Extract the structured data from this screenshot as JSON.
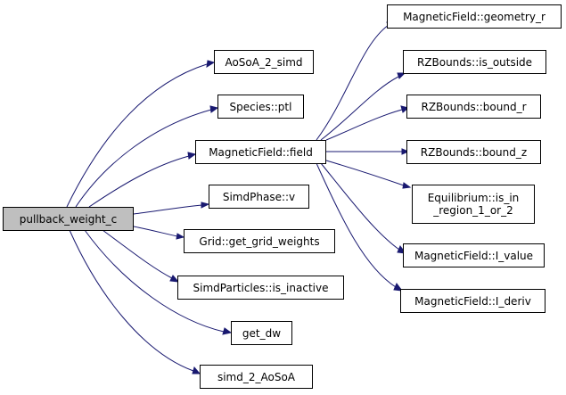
{
  "root": {
    "label": "pullback_weight_c"
  },
  "callees": [
    {
      "id": "aosoa",
      "label": "AoSoA_2_simd"
    },
    {
      "id": "species",
      "label": "Species::ptl"
    },
    {
      "id": "field",
      "label": "MagneticField::field"
    },
    {
      "id": "simdphase",
      "label": "SimdPhase::v"
    },
    {
      "id": "grid",
      "label": "Grid::get_grid_weights"
    },
    {
      "id": "simdparticles",
      "label": "SimdParticles::is_inactive"
    },
    {
      "id": "getdw",
      "label": "get_dw"
    },
    {
      "id": "simd2aosoa",
      "label": "simd_2_AoSoA"
    }
  ],
  "field_callees": [
    {
      "id": "geometry",
      "label": "MagneticField::geometry_r"
    },
    {
      "id": "outside",
      "label": "RZBounds::is_outside"
    },
    {
      "id": "boundr",
      "label": "RZBounds::bound_r"
    },
    {
      "id": "boundz",
      "label": "RZBounds::bound_z"
    },
    {
      "id": "equilibrium",
      "label": "Equilibrium::is_in\n_region_1_or_2"
    },
    {
      "id": "ivalue",
      "label": "MagneticField::I_value"
    },
    {
      "id": "ideriv",
      "label": "MagneticField::I_deriv"
    }
  ],
  "colors": {
    "edge": "#191970",
    "root_fill": "#bfbfbf",
    "node_border": "#000000"
  }
}
